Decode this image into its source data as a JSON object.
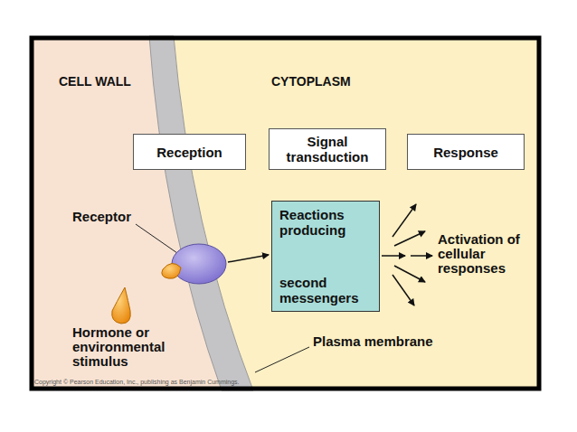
{
  "diagram": {
    "nodes": [
      {
        "text": [
          "Reception"
        ]
      },
      {
        "text": [
          "Signal transduction"
        ]
      },
      {
        "text": [
          "Response"
        ]
      },
      {
        "text": [
          "Reactions producing",
          "second messengers"
        ]
      }
    ],
    "labels": [
      "CELL WALL",
      "CYTOPLASM",
      "Receptor",
      "Activation of cellular responses",
      "Hormone or environmental stimulus",
      "Plasma membrane",
      "Copyright © Pearson Education, Inc., publishing as Benjamin Cummings."
    ]
  }
}
